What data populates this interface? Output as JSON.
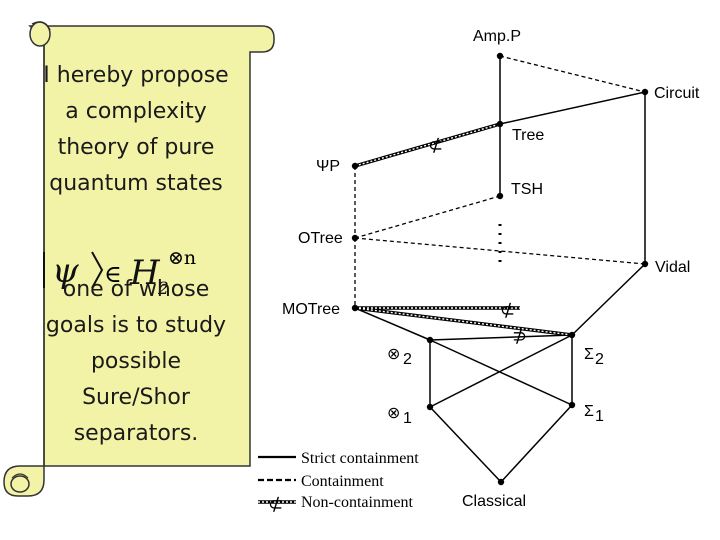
{
  "colors": {
    "scroll_fill": "#f3f3a8",
    "scroll_stroke": "#333333",
    "ink": "#000000"
  },
  "scroll": {
    "top_text": [
      "I hereby propose",
      "a complexity",
      "theory of pure",
      "quantum states"
    ],
    "math_psi": "ψ",
    "math_in": "∈",
    "math_space": "H",
    "math_sub": "2",
    "math_sup": "⊗n",
    "bottom_text": [
      "one of whose",
      "goals is to study",
      "possible",
      "Sure/Shor",
      "separators."
    ]
  },
  "nodes": {
    "amp_p": "Amp.P",
    "circuit": "Circuit",
    "tree": "Tree",
    "psi_p": "ΨP",
    "tsh": "TSH",
    "otree": "OTree",
    "vidal": "Vidal",
    "motree": "MOTree",
    "otimes2_sym": "⊗",
    "otimes2_sub": "2",
    "sigma2_sym": "Σ",
    "sigma2_sub": "2",
    "otimes1_sym": "⊗",
    "otimes1_sub": "1",
    "sigma1_sym": "Σ",
    "sigma1_sub": "1",
    "classical": "Classical"
  },
  "markers": {
    "not_subset_a": "⊄",
    "not_subset_b": "⊄",
    "not_superset": "⊅"
  },
  "legend": {
    "strict": "Strict containment",
    "containment": "Containment",
    "noncontainment": "Non-containment",
    "noncontainment_mark": "⊄"
  }
}
